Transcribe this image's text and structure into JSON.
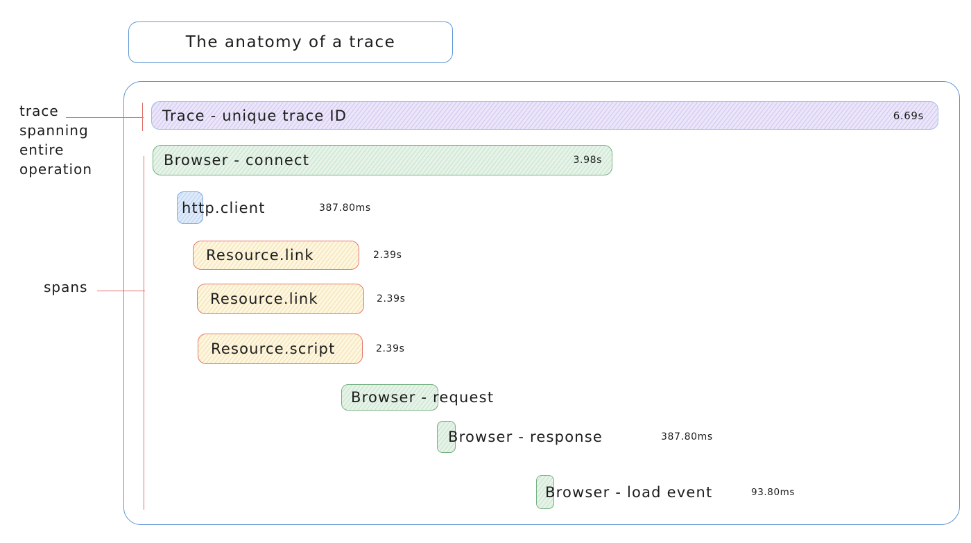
{
  "title": "The anatomy of a trace",
  "annotations": {
    "trace_note_lines": [
      "trace",
      "spanning",
      "entire",
      "operation"
    ],
    "spans_note": "spans"
  },
  "trace": {
    "label": "Trace - unique trace ID",
    "duration": "6.69s"
  },
  "spans": [
    {
      "label": "Browser - connect",
      "duration": "3.98s"
    },
    {
      "label": "http.client",
      "duration": "387.80ms"
    },
    {
      "label": "Resource.link",
      "duration": "2.39s"
    },
    {
      "label": "Resource.link",
      "duration": "2.39s"
    },
    {
      "label": "Resource.script",
      "duration": "2.39s"
    },
    {
      "label": "Browser - request",
      "duration": ""
    },
    {
      "label": "Browser - response",
      "duration": "387.80ms"
    },
    {
      "label": "Browser - load event",
      "duration": "93.80ms"
    }
  ],
  "colors": {
    "outline-blue": "#5f97d6",
    "trace-border": "#9ebdec",
    "purple-fill": "#ebe6f9",
    "purple-hatch": "#d7cdf2",
    "green-border": "#74b181",
    "green-fill": "#e7f3e9",
    "green-hatch": "#cde7d2",
    "blue-box-border": "#7ea8de",
    "blue-fill": "#dfeafa",
    "blue-hatch": "#c3d8f2",
    "red-border": "#e3766c",
    "yellow-fill": "#fdf6e0",
    "yellow-hatch": "#f5e5ba",
    "note-red": "#e0706a",
    "ink": "#1c1c1c"
  }
}
